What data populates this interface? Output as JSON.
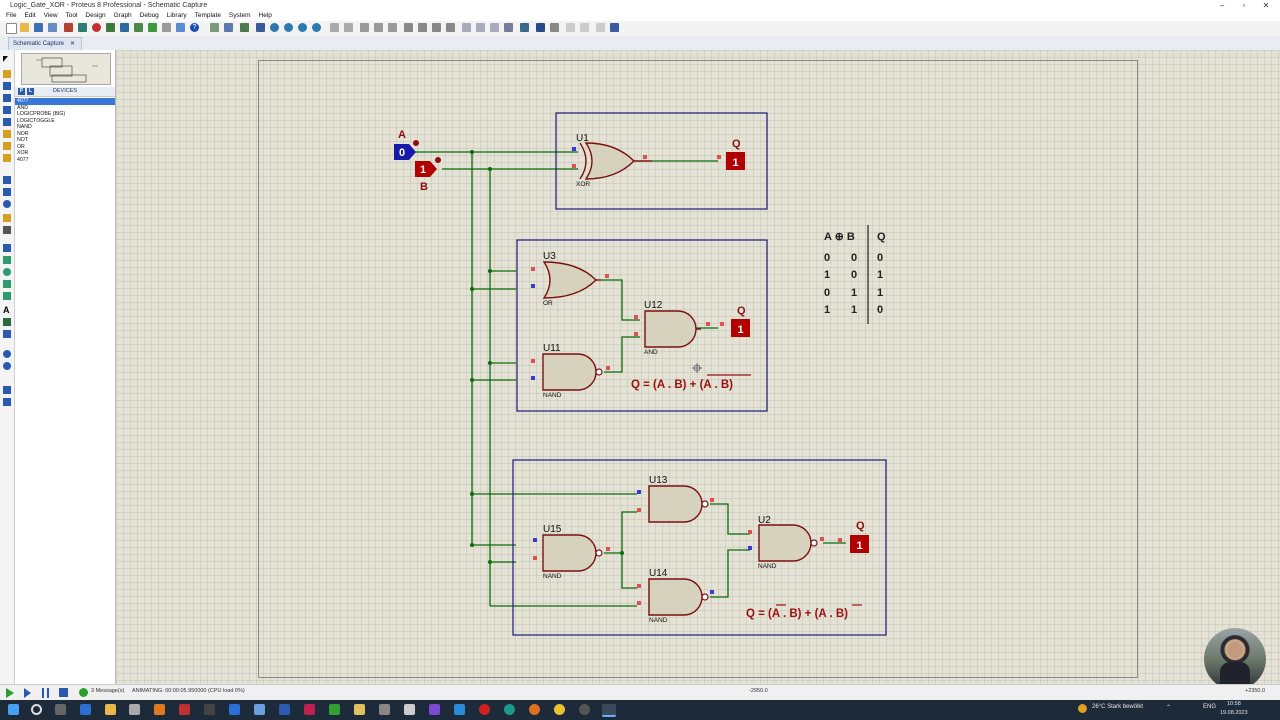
{
  "window": {
    "title": "Logic_Gate_XOR - Proteus 8 Professional - Schematic Capture"
  },
  "menu": [
    "File",
    "Edit",
    "View",
    "Tool",
    "Design",
    "Graph",
    "Debug",
    "Library",
    "Template",
    "System",
    "Help"
  ],
  "tab": {
    "label": "Schematic Capture",
    "close": "✕"
  },
  "devices": {
    "header": "DEVICES",
    "btn_p": "P",
    "btn_l": "L",
    "items": [
      "4077",
      "AND",
      "LOGICPROBE (BIG)",
      "LOGICTOGGLE",
      "NAND",
      "NOR",
      "NOT",
      "OR",
      "XOR",
      "4077"
    ],
    "selected_index": 0
  },
  "schematic": {
    "input_a": {
      "label": "A",
      "value": "0"
    },
    "input_b": {
      "label": "B",
      "value": "1"
    },
    "circuit1": {
      "gate_ref": "U1",
      "gate_type": "XOR",
      "probe_label": "Q",
      "probe_value": "1"
    },
    "circuit2": {
      "gate1_ref": "U3",
      "gate1_type": "OR",
      "gate2_ref": "U11",
      "gate2_type": "NAND",
      "gate3_ref": "U12",
      "gate3_type": "AND",
      "probe_label": "Q",
      "probe_value": "1",
      "formula": "Q = (A . B) + (A . B)"
    },
    "circuit3": {
      "gate1_ref": "U15",
      "gate1_type": "NAND",
      "gate2_ref": "U13",
      "gate3_ref": "U14",
      "gate3_type": "NAND",
      "gate4_ref": "U2",
      "gate4_type": "NAND",
      "probe_label": "Q",
      "probe_value": "1",
      "formula": "Q = (A . B) + (A . B)"
    },
    "truth_table": {
      "headers": [
        "A ⊕ B",
        "Q"
      ],
      "rows": [
        [
          "0",
          "0",
          "0"
        ],
        [
          "1",
          "0",
          "1"
        ],
        [
          "0",
          "1",
          "1"
        ],
        [
          "1",
          "1",
          "0"
        ]
      ]
    }
  },
  "status": {
    "messages": "3 Message(s)",
    "animating": "ANIMATING: 00:00:05.950000 (CPU load 0%)",
    "coord_x": "-2950.0",
    "coord_y": "+2350.0"
  },
  "taskbar": {
    "weather": "26°C  Stark bewölkt",
    "lang": "ENG",
    "time": "10:58",
    "date": "19.08.2023"
  },
  "colors": {
    "wire": "#0b6b0b",
    "gate_fill": "#d6d2bd",
    "gate_stroke": "#7a1010",
    "box": "#1a1a7a",
    "probe": "#b00000",
    "toggle_a": "#1a1aa8"
  }
}
